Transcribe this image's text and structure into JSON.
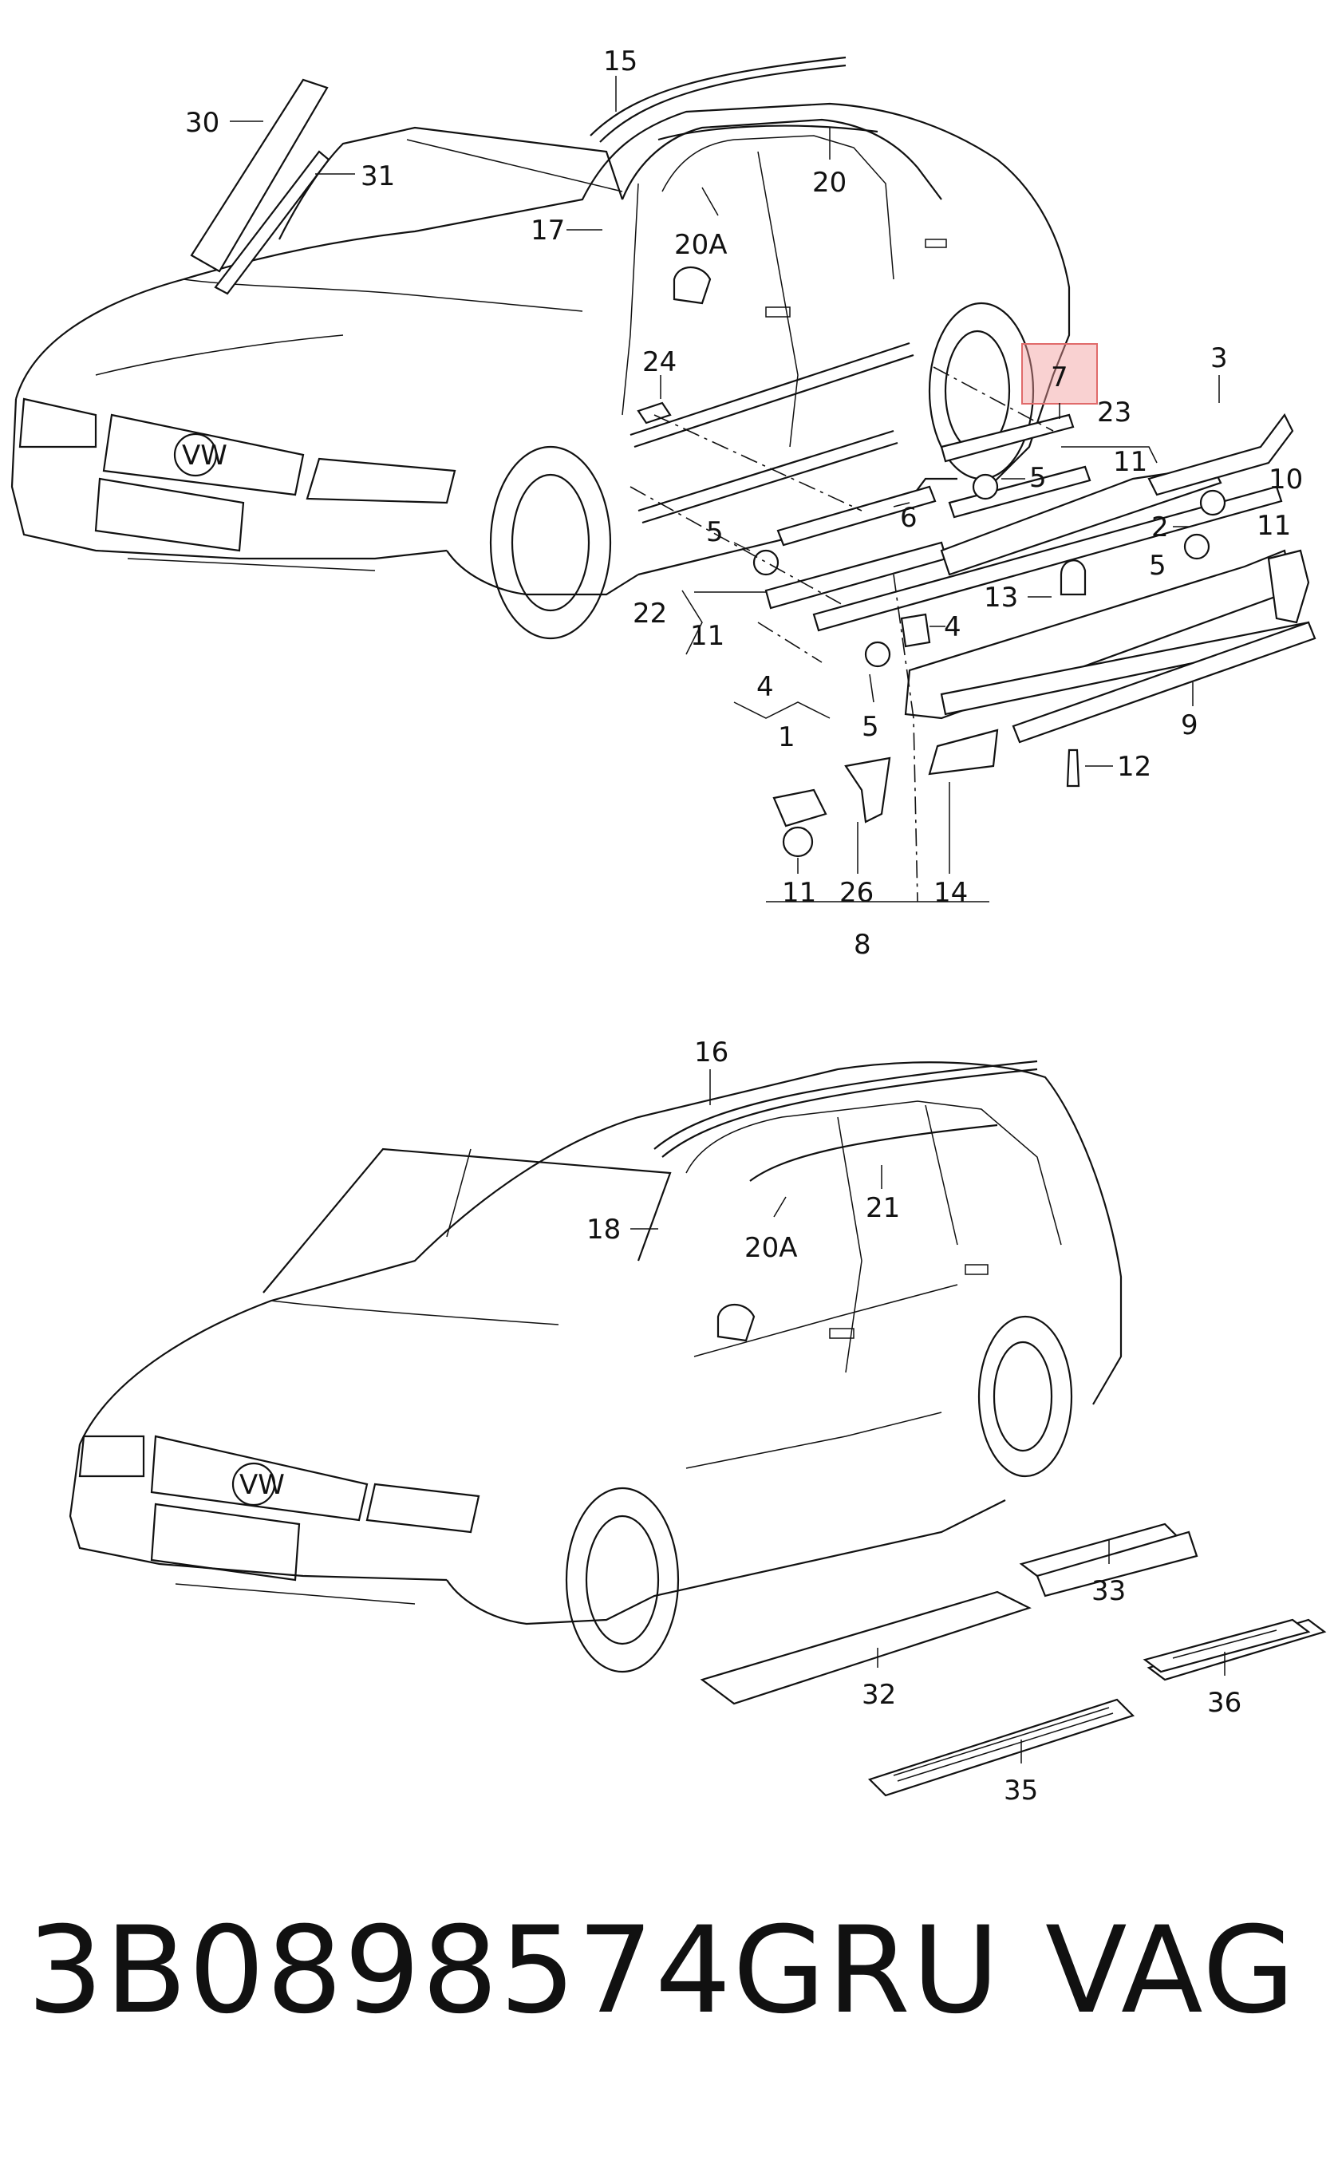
{
  "diagram": {
    "highlight_color": "#f29a9a",
    "sedan_callouts": [
      "15",
      "30",
      "31",
      "17",
      "20A",
      "20",
      "24",
      "7",
      "23",
      "3",
      "11",
      "10",
      "5",
      "6",
      "2",
      "13",
      "22",
      "4",
      "1",
      "9",
      "12",
      "26",
      "14",
      "8"
    ],
    "wagon_callouts": [
      "16",
      "18",
      "20A",
      "21",
      "33",
      "32",
      "36",
      "35"
    ]
  },
  "footer": {
    "part_number": "3B0898574GRU",
    "brand": "VAG"
  }
}
